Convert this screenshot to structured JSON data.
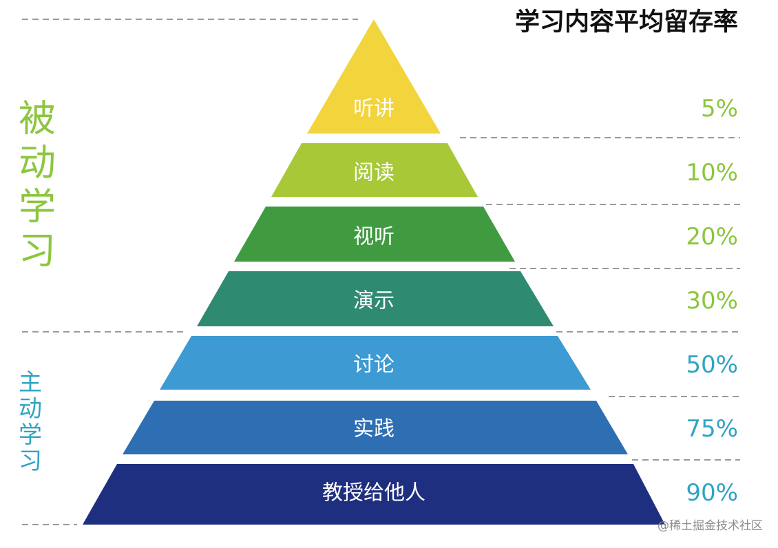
{
  "title": "学习内容平均留存率",
  "groups": {
    "passive": {
      "label": "被动学习",
      "color": "#8cc63f"
    },
    "active": {
      "label": "主动学习",
      "color": "#2fa4c4"
    }
  },
  "tiers": [
    {
      "label": "听讲",
      "percent": "5%",
      "fill": "#f2d43c",
      "pct_color": "#8cc63f"
    },
    {
      "label": "阅读",
      "percent": "10%",
      "fill": "#a8c838",
      "pct_color": "#8cc63f"
    },
    {
      "label": "视听",
      "percent": "20%",
      "fill": "#3f9a40",
      "pct_color": "#8cc63f"
    },
    {
      "label": "演示",
      "percent": "30%",
      "fill": "#2f8a72",
      "pct_color": "#8cc63f"
    },
    {
      "label": "讨论",
      "percent": "50%",
      "fill": "#3d9ad2",
      "pct_color": "#2fa4c4"
    },
    {
      "label": "实践",
      "percent": "75%",
      "fill": "#2e6fb4",
      "pct_color": "#2fa4c4"
    },
    {
      "label": "教授给他人",
      "percent": "90%",
      "fill": "#1f2f7f",
      "pct_color": "#2fa4c4"
    }
  ],
  "watermark": "@稀土掘金技术社区"
}
